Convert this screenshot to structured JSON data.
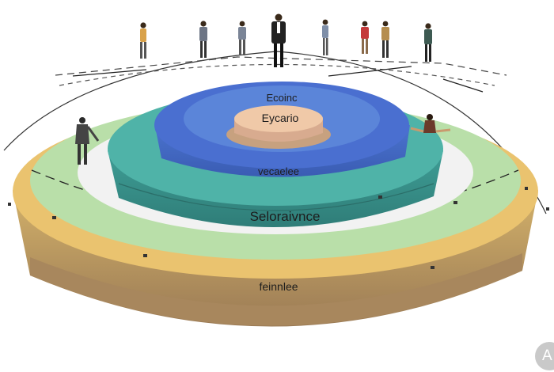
{
  "tiers": [
    {
      "id": "core",
      "label": "Eycario",
      "color": "#f0c9a8"
    },
    {
      "id": "inner-blue",
      "label": "Ecoinc",
      "color": "#5b85d9"
    },
    {
      "id": "blue-band",
      "label": "vecaelee",
      "color": "#4a6fd0"
    },
    {
      "id": "teal-band",
      "label": "Seloraivnce",
      "color": "#4fb3a8"
    },
    {
      "id": "green-band",
      "label": "",
      "color": "#b9dfa9"
    },
    {
      "id": "gold-band",
      "label": "feinnlee",
      "color": "#eac36f"
    }
  ],
  "figures": [
    {
      "id": "person-1",
      "color": "#d9a24a"
    },
    {
      "id": "person-2",
      "color": "#6d7585"
    },
    {
      "id": "person-3",
      "color": "#7a8496"
    },
    {
      "id": "person-4",
      "color": "#222222"
    },
    {
      "id": "person-5",
      "color": "#7f8fa8"
    },
    {
      "id": "person-6",
      "color": "#c43a3a"
    },
    {
      "id": "person-7",
      "color": "#b58d4e"
    },
    {
      "id": "person-8",
      "color": "#3d5a52"
    },
    {
      "id": "person-left",
      "color": "#444444"
    },
    {
      "id": "person-seated",
      "color": "#6b3a2a"
    }
  ],
  "badge": {
    "text": "A",
    "icon": "avatar-icon"
  }
}
